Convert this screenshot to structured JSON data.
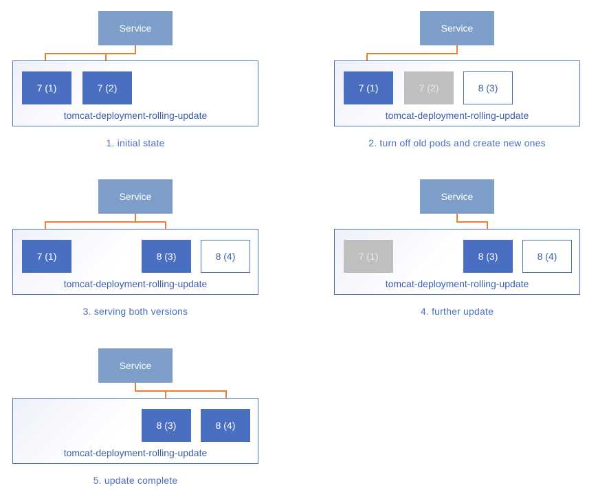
{
  "service_label": "Service",
  "deployment_label": "tomcat-deployment-rolling-update",
  "colors": {
    "service": "#7c9ec9",
    "pod_active": "#4a6fc1",
    "pod_off": "#bfbfbf",
    "pod_new_border": "#4d6fb6",
    "arrow": "#ed7d31",
    "caption": "#4a6fc1"
  },
  "panels": [
    {
      "caption": "1. initial state",
      "pods": [
        {
          "label": "7 (1)",
          "state": "active"
        },
        {
          "label": "7 (2)",
          "state": "active"
        }
      ]
    },
    {
      "caption": "2. turn off old pods and create new ones",
      "pods": [
        {
          "label": "7 (1)",
          "state": "active"
        },
        {
          "label": "7 (2)",
          "state": "off"
        },
        {
          "label": "8 (3)",
          "state": "new"
        }
      ]
    },
    {
      "caption": "3. serving both versions",
      "pods": [
        {
          "label": "7 (1)",
          "state": "active"
        },
        {
          "label": "8 (3)",
          "state": "active"
        },
        {
          "label": "8 (4)",
          "state": "new"
        }
      ]
    },
    {
      "caption": "4. further update",
      "pods": [
        {
          "label": "7 (1)",
          "state": "off"
        },
        {
          "label": "8 (3)",
          "state": "active"
        },
        {
          "label": "8 (4)",
          "state": "new"
        }
      ]
    },
    {
      "caption": "5. update complete",
      "pods": [
        {
          "label": "8 (3)",
          "state": "active"
        },
        {
          "label": "8 (4)",
          "state": "active"
        }
      ]
    }
  ]
}
